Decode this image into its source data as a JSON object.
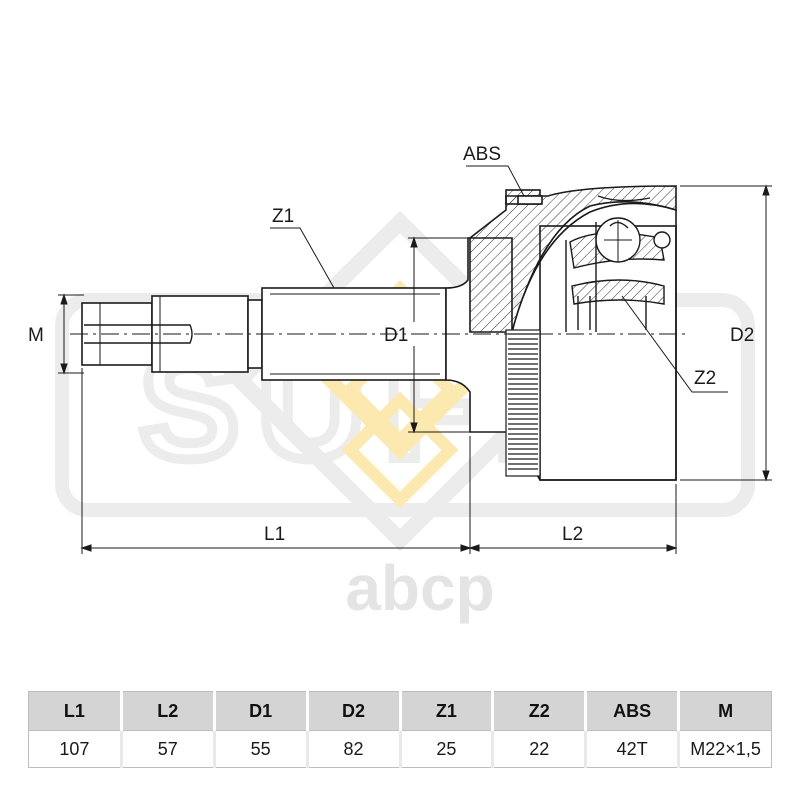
{
  "labels": {
    "abs": "ABS",
    "z1": "Z1",
    "z2": "Z2",
    "m": "M",
    "d1": "D1",
    "d2": "D2",
    "l1": "L1",
    "l2": "L2"
  },
  "watermark": {
    "brand": "SUFIX",
    "site": "abcp"
  },
  "colors": {
    "line": "#1a1a1a",
    "watermark_gray": "#ececec",
    "watermark_yellow": "#fbe9b0",
    "header_bg": "#d4d4d4"
  },
  "specs": {
    "headers": [
      "L1",
      "L2",
      "D1",
      "D2",
      "Z1",
      "Z2",
      "ABS",
      "M"
    ],
    "values": [
      "107",
      "57",
      "55",
      "82",
      "25",
      "22",
      "42T",
      "M22×1,5"
    ]
  }
}
